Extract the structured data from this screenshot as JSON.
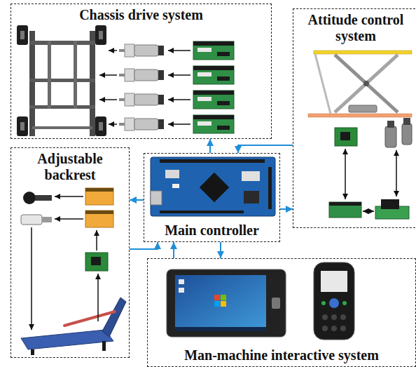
{
  "diagram": {
    "nodes": [
      {
        "text": [
          "Chassis drive system"
        ]
      },
      {
        "text": [
          "Attitude control system"
        ]
      },
      {
        "text": [
          "Adjustable backrest"
        ]
      },
      {
        "text": [
          "Main controller"
        ]
      },
      {
        "text": [
          "Man-machine interactive system"
        ]
      }
    ],
    "edges": [
      {
        "from": 3,
        "to": 0,
        "arrow": "to"
      },
      {
        "from": 1,
        "to": 3,
        "arrow": "to"
      },
      {
        "from": 3,
        "to": 2,
        "arrow": "to"
      },
      {
        "from": 2,
        "to": 3,
        "arrow": "to"
      },
      {
        "from": 3,
        "to": 1,
        "arrow": "to"
      },
      {
        "from": 4,
        "to": 3,
        "arrow": "to"
      },
      {
        "from": 3,
        "to": 4,
        "arrow": "to"
      }
    ]
  }
}
